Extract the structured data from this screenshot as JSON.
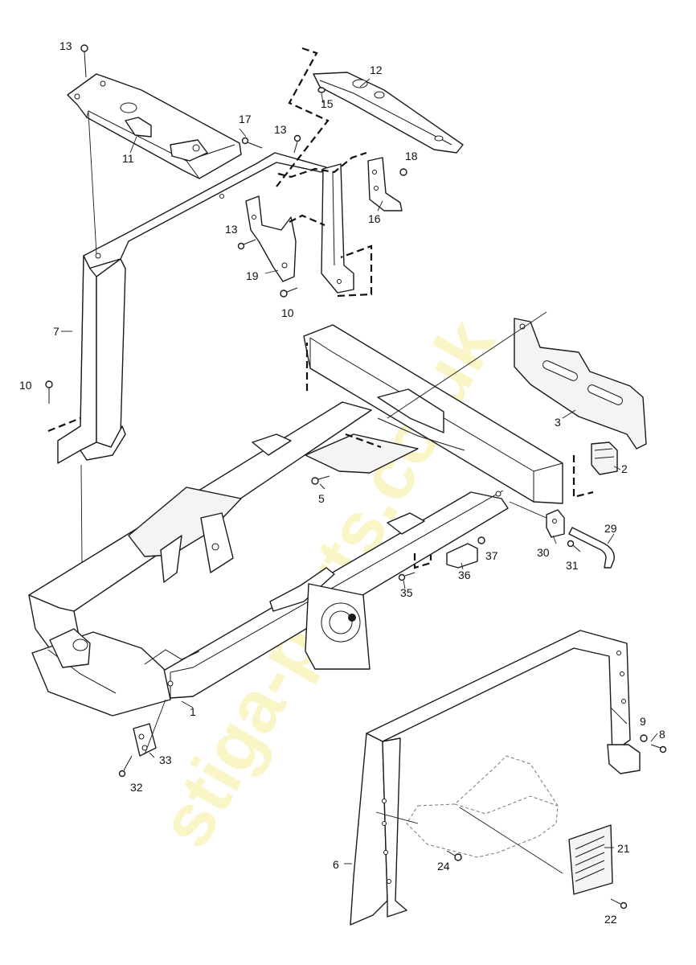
{
  "diagram": {
    "watermark": "stiga-parts.co.uk",
    "callouts": {
      "c1": "1",
      "c2": "2",
      "c3": "3",
      "c5": "5",
      "c6": "6",
      "c7": "7",
      "c8": "8",
      "c9": "9",
      "c10a": "10",
      "c10b": "10",
      "c11": "11",
      "c12": "12",
      "c13a": "13",
      "c13b": "13",
      "c13c": "13",
      "c15": "15",
      "c16": "16",
      "c17": "17",
      "c18": "18",
      "c19": "19",
      "c21": "21",
      "c22": "22",
      "c24": "24",
      "c29": "29",
      "c30": "30",
      "c31": "31",
      "c32": "32",
      "c33": "33",
      "c35": "35",
      "c36": "36",
      "c37": "37"
    }
  }
}
